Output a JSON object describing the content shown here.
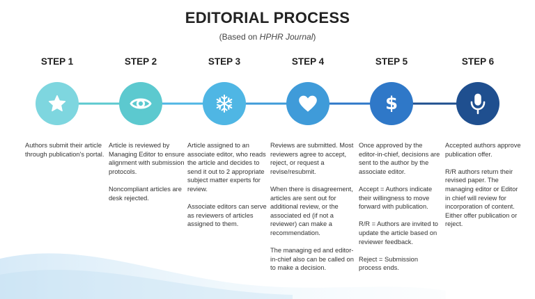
{
  "title": "EDITORIAL PROCESS",
  "subtitle": {
    "prefix": "(Based on ",
    "journal": "HPHR Journal",
    "suffix": ")"
  },
  "colors": {
    "step1": "#7ed6df",
    "step2": "#5cc9cf",
    "step3": "#4fb6e4",
    "step4": "#3f9bd9",
    "step5": "#2f78c8",
    "step6": "#1f4f8f",
    "icon": "#ffffff"
  },
  "steps": [
    {
      "label": "STEP 1",
      "icon": "star-icon",
      "paragraphs": [
        "Authors submit their article through publication's portal."
      ]
    },
    {
      "label": "STEP 2",
      "icon": "eye-icon",
      "paragraphs": [
        "Article is reviewed by Managing Editor to ensure alignment with submission protocols.",
        "Noncompliant articles are desk rejected."
      ]
    },
    {
      "label": "STEP 3",
      "icon": "snowflake-icon",
      "paragraphs": [
        "Article assigned to an associate editor, who reads the article and decides to send it out to 2 appropriate subject matter experts for review.",
        "Associate editors can serve as reviewers of articles assigned to them."
      ]
    },
    {
      "label": "STEP 4",
      "icon": "heart-icon",
      "paragraphs": [
        "Reviews are submitted. Most reviewers agree to accept, reject, or request a revise/resubmit.",
        "When there is disagreement, articles are sent out for additional review, or the associated ed (if not a reviewer) can make a recommendation.",
        "The managing ed and editor-in-chief also can be called on to make a decision."
      ]
    },
    {
      "label": "STEP 5",
      "icon": "dollar-icon",
      "icon_text": "$",
      "paragraphs": [
        "Once approved by the editor-in-chief, decisions are sent to the author by the associate editor.",
        "Accept = Authors indicate their willingness to move forward with publication.",
        "R/R = Authors are invited to update the article based on reviewer feedback.",
        "Reject = Submission process ends."
      ]
    },
    {
      "label": "STEP 6",
      "icon": "microphone-icon",
      "paragraphs": [
        "Accepted authors approve publication offer.",
        "R/R authors return their revised paper. The managing editor or Editor in chief will review for incorporation of content. Either offer publication or reject."
      ]
    }
  ]
}
